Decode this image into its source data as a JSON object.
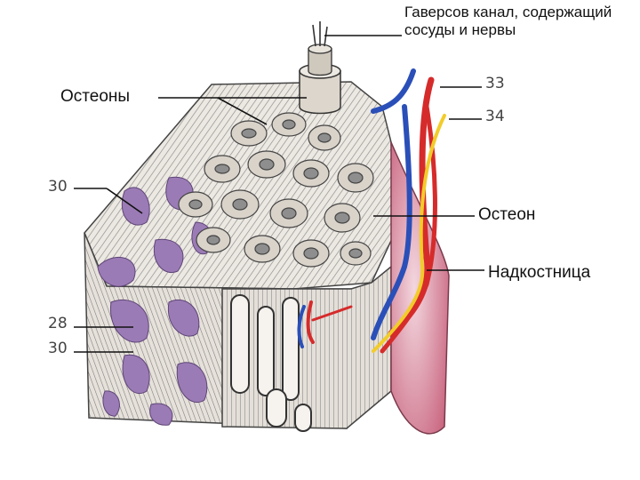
{
  "labels": {
    "haversian_canal": "Гаверсов канал, содержащий сосуды и нервы",
    "osteons": "Остеоны",
    "osteon": "Остеон",
    "periosteum": "Надкостница",
    "n33": "33",
    "n34": "34",
    "n30_top": "30",
    "n28": "28",
    "n30_bottom": "30"
  },
  "colors": {
    "bone": "#ece8e2",
    "bone_line": "#6a6a6a",
    "spongy_purple": "#9b7bb5",
    "artery": "#d62b2b",
    "vein": "#2a4fb8",
    "nerve": "#f2cc2a",
    "periosteum_pink": "#d98aa0"
  }
}
